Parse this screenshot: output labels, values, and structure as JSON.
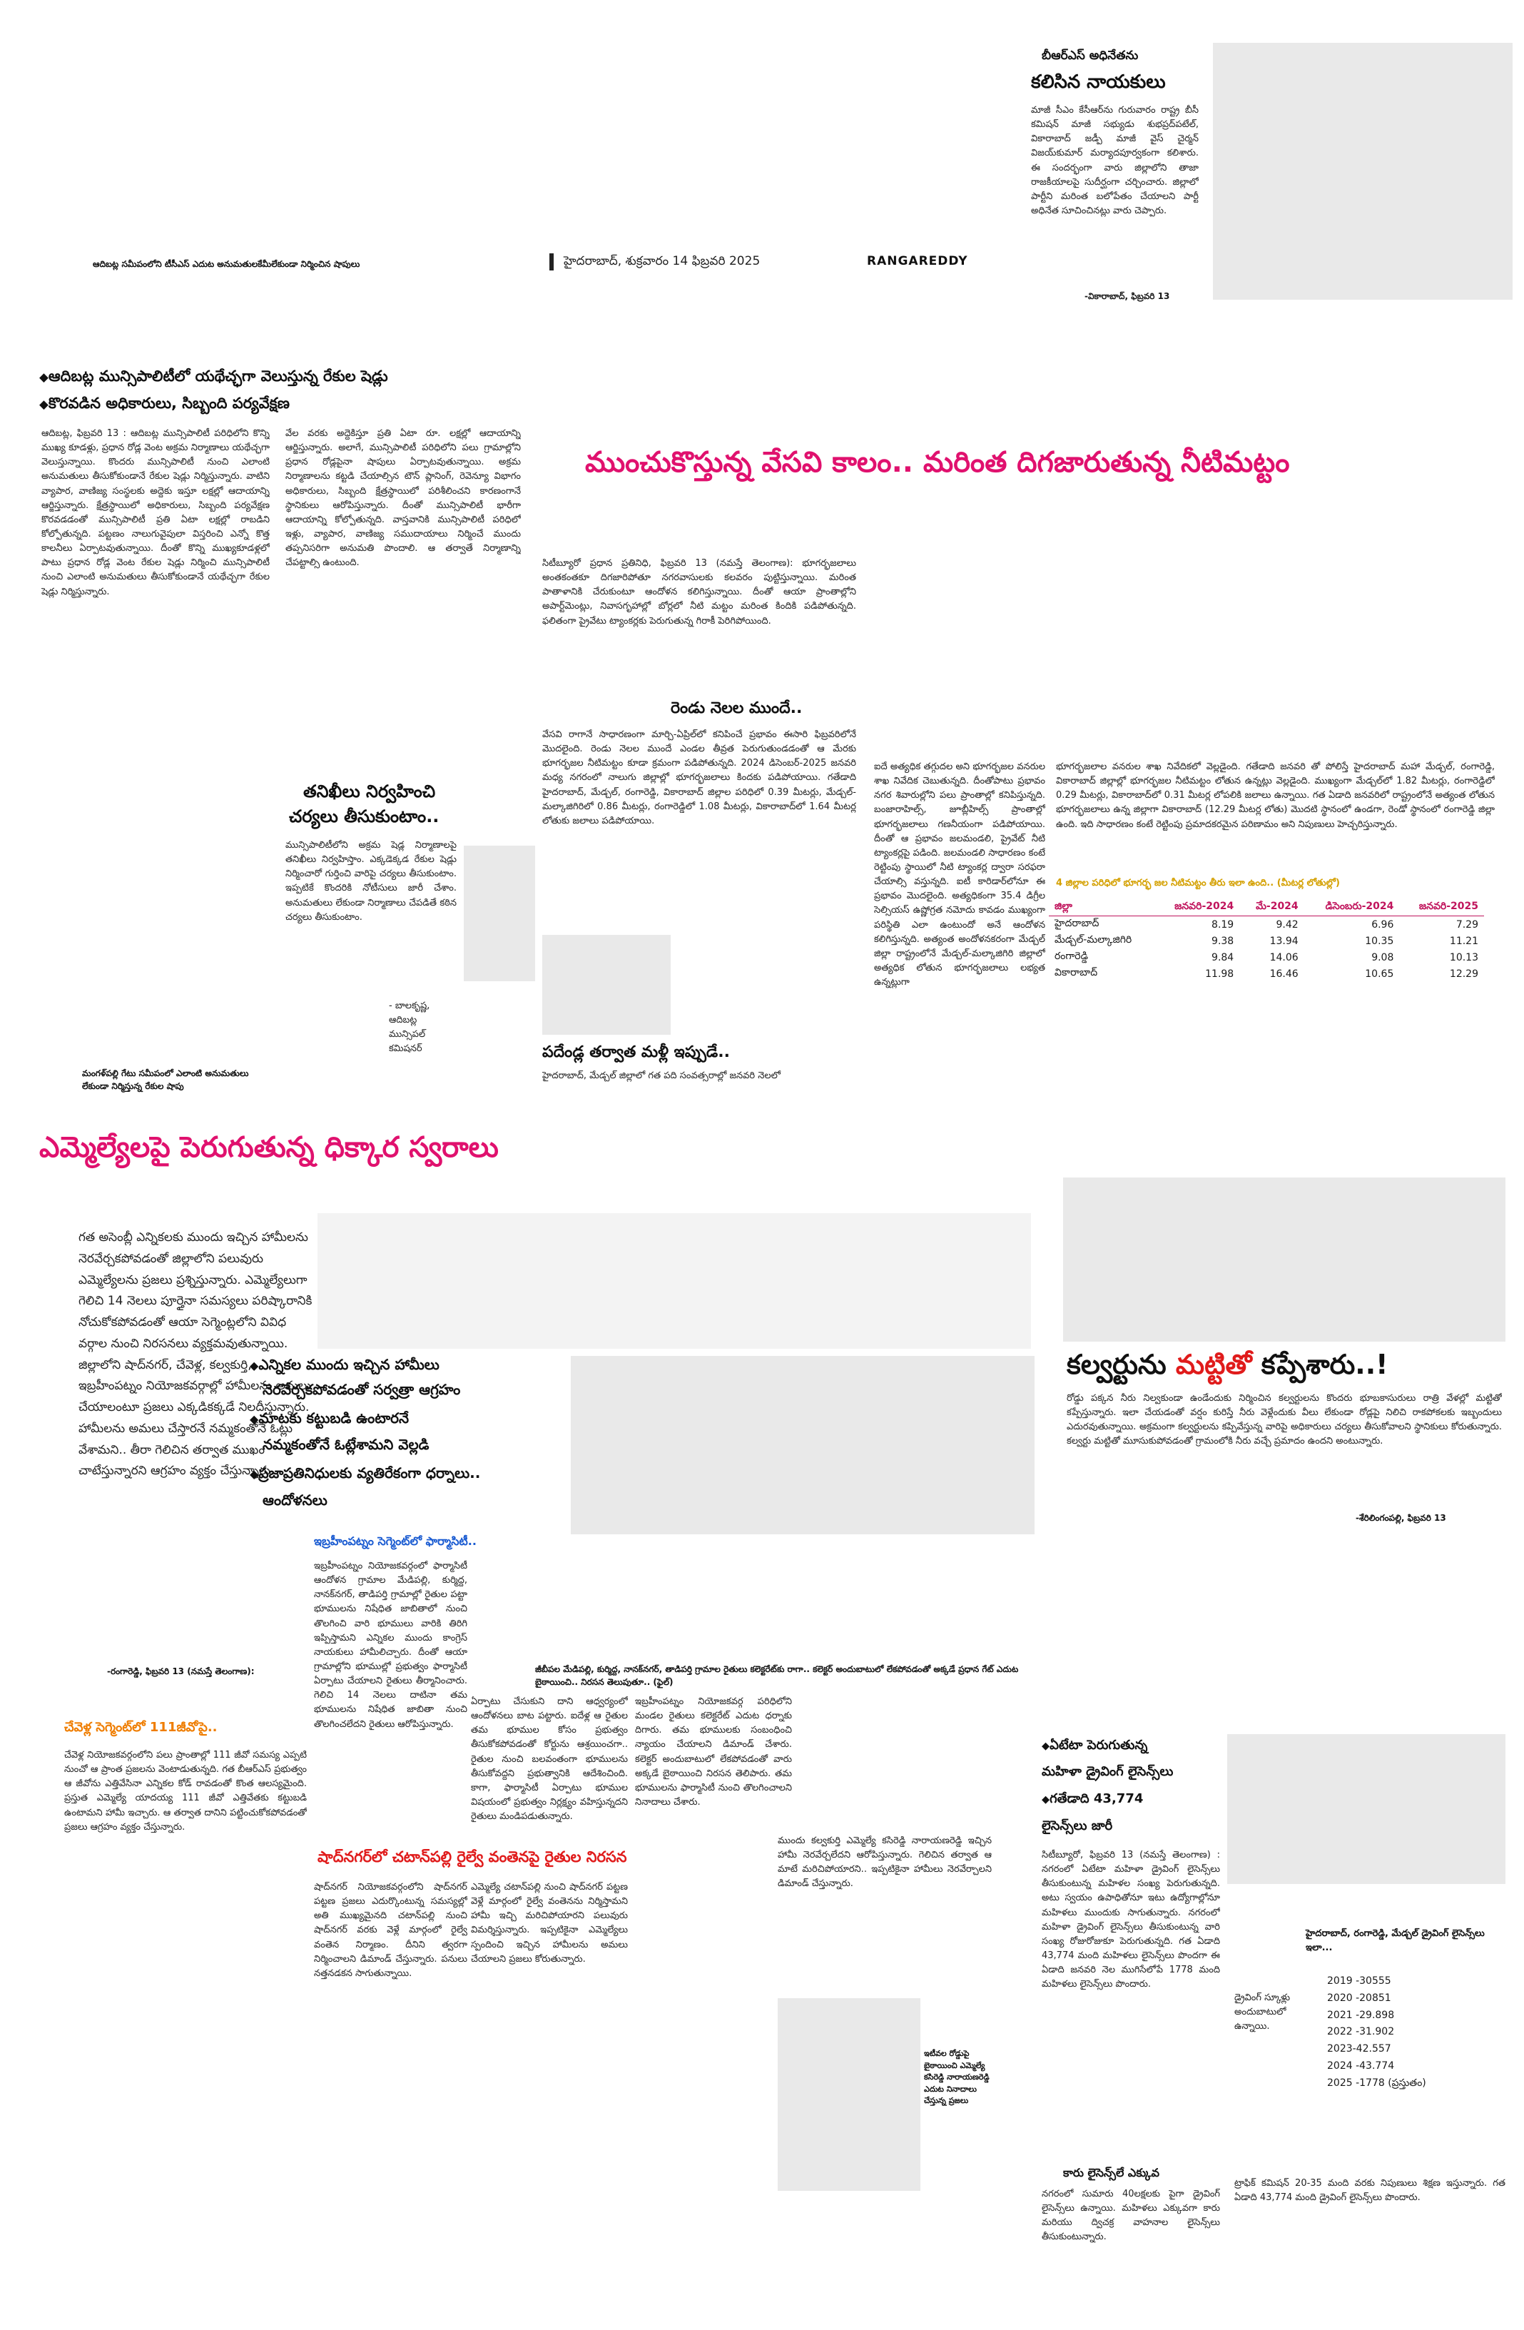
{
  "masthead": {
    "city_date": "హైదరాబాద్‌, శుక్రవారం 14 ఫిబ్రవరి 2025",
    "edition": "RANGAREDDY"
  },
  "top_right_story": {
    "kicker": "బీఆర్‌ఎస్‌ అధినేతను",
    "headline": "కలిసిన నాయకులు",
    "body": "మాజీ సీఎం కేసీఆర్‌ను గురువారం రాష్ట్ర బీసీ కమిషన్‌ మాజీ సభ్యుడు శుభప్రద్‌పటేల్‌, వికారాబాద్‌ జడ్పీ మాజీ వైస్‌ చైర్మన్‌ విజయ్‌కుమార్‌ మర్యాదపూర్వకంగా కలిశారు. ఈ సందర్భంగా వారు జిల్లాలోని తాజా రాజకీయాలపై సుదీర్ఘంగా చర్చించారు. జిల్లాలో పార్టీని మరింత బలోపేతం చేయాలని పార్టీ అధినేత సూచించినట్లు వారు చెప్పారు.",
    "dateline": "-వికారాబాద్‌, ఫిబ్రవరి 13"
  },
  "top_left_caption": "ఆదిబట్ల సమీపంలోని టీసీఎస్‌ ఎదుట అనుమతులకేమీలేకుండా నిర్మించిన షాపులు",
  "sheds_story": {
    "headline1": "ఆదిబట్ల మున్సిపాలిటీలో యథేచ్ఛగా వెలుస్తున్న రేకుల షెడ్లు",
    "headline2": "కొరవడిన అధికారులు, సిబ్బంది పర్యవేక్షణ",
    "col1": "ఆదిబట్ల, ఫిబ్రవరి 13 : ఆదిబట్ల మున్సిపాలిటీ పరిధిలోని కొన్ని ముఖ్య కూడళ్లు, ప్రధాన రోడ్ల వెంట అక్రమ నిర్మాణాలు యథేచ్ఛగా వెలుస్తున్నాయి. కొందరు మున్సిపాలిటీ నుంచి ఎలాంటి అనుమతులు తీసుకోకుండానే రేకుల షెడ్లు నిర్మిస్తున్నారు. వాటిని వ్యాపార, వాణిజ్య సంస్థలకు అద్దెకు ఇస్తూ లక్షల్లో ఆదాయాన్ని ఆర్జిస్తున్నారు. క్షేత్రస్థాయిలో అధికారులు, సిబ్బంది పర్యవేక్షణ కొరవడడంతో మున్సిపాలిటీ ప్రతి ఏటా లక్షల్లో రాబడిని కోల్పోతున్నది. పట్టణం నాలుగువైపులా విస్తరించి ఎన్నో కొత్త కాలనీలు ఏర్పాటవుతున్నాయి. దీంతో కొన్ని ముఖ్యకూడళ్లలో పాటు ప్రధాన రోడ్ల వెంట రేకుల షెడ్లు నిర్మించి మున్సిపాలిటీ నుంచి ఎలాంటి అనుమతులు తీసుకోకుండానే యథేచ్ఛగా రేకుల షెడ్లు నిర్మిస్తున్నారు.",
    "col2": "వేల వరకు అద్దెకిస్తూ ప్రతి ఏటా రూ. లక్షల్లో ఆదాయాన్ని ఆర్జిస్తున్నారు. అలాగే, మున్సిపాలిటీ పరిధిలోని పలు గ్రామాల్లోని ప్రధాన రోడ్లపైనా షాపులు ఏర్పాటవుతున్నాయి. అక్రమ నిర్మాణాలను కట్టడి చేయాల్సిన టౌన్‌ ప్లానింగ్‌, రెవెన్యూ విభాగం అధికారులు, సిబ్బంది క్షేత్రస్థాయిలో పరిశీలించని కారణంగానే స్థానికులు ఆరోపిస్తున్నారు. దీంతో మున్సిపాలిటీ భారీగా ఆదాయాన్ని కోల్పోతున్నది. వాస్తవానికి మున్సిపాలిటీ పరిధిలో ఇళ్లు, వ్యాపార, వాణిజ్య సముదాయాలు నిర్మించే ముందు తప్పనిసరిగా అనుమతి పొందాలి. ఆ తర్వాతే నిర్మాణాన్ని చేపట్టాల్సి ఉంటుంది."
  },
  "inspection_box": {
    "headline1": "తనిఖీలు నిర్వహించి",
    "headline2": "చర్యలు తీసుకుంటాం..",
    "body": "మున్సిపాలిటీలోని అక్రమ షెడ్ల నిర్మాణాలపై తనిఖీలు నిర్వహిస్తాం. ఎక్కడెక్కడ రేకుల షెడ్లు నిర్మించారో గుర్తించి వారిపై చర్యలు తీసుకుంటాం. ఇప్పటికే కొందరికి నోటీసులు జారీ చేశాం. అనుమతులు లేకుండా నిర్మాణాలు చేపడితే కఠిన చర్యలు తీసుకుంటాం.",
    "signature": "- బాలకృష్ణ,\nఆదిబట్ల\nమున్సిపల్‌\nకమిషనర్‌"
  },
  "shed_photo_caption": "మంగళ్‌పల్లి గేటు సమీపంలో ఎలాంటి అనుమతులు లేకుండా నిర్మిస్తున్న రేకుల షాపు",
  "water_story": {
    "headline": "ముంచుకొస్తున్న వేసవి కాలం.. మరింత దిగజారుతున్న నీటిమట్టం",
    "intro": "సిటీబ్యూరో ప్రధాన ప్రతినిధి, ఫిబ్రవరి 13 (నమస్తే తెలంగాణ): భూగర్భజలాలు అంతకంతకూ దిగజారిపోతూ నగరవాసులకు కలవరం పుట్టిస్తున్నాయి. మరింత పాతాళానికి చేరుకుంటూ ఆందోళన కలిగిస్తున్నాయి. దీంతో ఆయా ప్రాంతాల్లోని అపార్ట్‌మెంట్లు, నివాసగృహాల్లో బోర్లలో నీటి మట్టం మరింత కిందికి పడిపోతున్నది. ఫలితంగా ప్రైవేటు ట్యాంకర్లకు పెరుగుతున్న గిరాకీ పెరిగిపోయింది.",
    "sub1": "రెండు నెలల ముందే..",
    "col1": "వేసవి రాగానే సాధారణంగా మార్చి-ఏప్రిల్‌లో కనిపించే ప్రభావం ఈసారి ఫిబ్రవరిలోనే మొదలైంది. రెండు నెలల ముందే ఎండల తీవ్రత పెరుగుతుండడంతో ఆ మేరకు భూగర్భజల నీటిమట్టం కూడా క్రమంగా పడిపోతున్నది. 2024 డిసెంబర్‌-2025 జనవరి మధ్య నగరంలో నాలుగు జిల్లాల్లో భూగర్భజలాలు కిందకు పడిపోయాయి. గతేడాది హైదరాబాద్‌, మేడ్చల్‌, రంగారెడ్డి, వికారాబాద్‌ జిల్లాల పరిధిలో 0.39 మీటర్లు, మేడ్చల్‌-మల్కాజిగిరిలో 0.86 మీటర్లు, రంగారెడ్డిలో 1.08 మీటర్లు, వికారాబాద్‌లో 1.64 మీటర్ల లోతుకు జలాలు పడిపోయాయి.",
    "sub2": "పదేండ్ల తర్వాత మళ్లీ ఇప్పుడే..",
    "col1b": "హైదరాబాద్‌, మేడ్చల్‌ జిల్లాలో గత పది సంవత్సరాల్లో జనవరి నెలలో",
    "col2": "ఐదే అత్యధిక తగ్గుదల అని భూగర్భజల వనరుల శాఖ నివేదిక చెబుతున్నది. దీంతోపాటు ప్రభావం నగర శివారుల్లోని పలు ప్రాంతాల్లో కనిపిస్తున్నది. బంజారాహిల్స్‌, జూబ్లీహిల్స్‌ ప్రాంతాల్లో భూగర్భజలాలు గణనీయంగా పడిపోయాయి. దీంతో ఆ ప్రభావం జలమండలి, ప్రైవేట్‌ నీటి ట్యాంకర్లపై పడింది. జలమండలి సాధారణం కంటే రెట్టింపు స్థాయిలో నీటి ట్యాంకర్ల ద్వారా సరఫరా చేయాల్సి వస్తున్నది. ఐటీ కారిడార్‌లోనూ ఈ ప్రభావం మొదలైంది. అత్యధికంగా 35.4 డిగ్రీల సెల్సియస్‌ ఉష్ణోగ్రత నమోదు కావడం ముఖ్యంగా పరిస్థితి ఎలా ఉంటుందో అనే ఆందోళన కలిగిస్తున్నది. అత్యంత అందోళనకరంగా మేడ్చల్‌ జిల్లా రాష్ట్రంలోనే మేడ్చల్‌-మల్కాజిగిరి జిల్లాలో అత్యధిక లోతున భూగర్భజలాలు లభ్యత ఉన్నట్లుగా",
    "col3": "భూగర్భజలాల వనరుల శాఖ నివేదికలో వెల్లడైంది. గతేడాది జనవరి తో పోలిస్తే హైదరాబాద్‌ మహా మేడ్చల్‌, రంగారెడ్డి, వికారాబాద్‌ జిల్లాల్లో భూగర్భజల నీటిమట్టం లోతున ఉన్నట్లు వెల్లడైంది. ముఖ్యంగా మేడ్చల్‌లో 1.82 మీటర్లు, రంగారెడ్డిలో 0.29 మీటర్లు, వికారాబాద్‌లో 0.31 మీటర్ల లోపలికి జలాలు ఉన్నాయి. గత ఏడాది జనవరిలో రాష్ట్రంలోనే అత్యంత లోతున భూగర్భజలాలు ఉన్న జిల్లాగా వికారాబాద్‌ (12.29 మీటర్ల లోతు) మొదటి స్థానంలో ఉండగా, రెండో స్థానంలో రంగారెడ్డి జిల్లా ఉంది. ఇది సాధారణం కంటే రెట్టింపు ప్రమాదకరమైన పరిణామం అని నిపుణులు హెచ్చరిస్తున్నారు."
  },
  "groundwater_table": {
    "caption": "4 జిల్లాల పరిధిలో భూగర్భ జల నీటిమట్టం తీరు ఇలా ఉంది.. (మీటర్ల లోతుల్లో)",
    "columns": [
      "జిల్లా",
      "జనవరి-2024",
      "మే-2024",
      "డిసెంబరు-2024",
      "జనవరి-2025"
    ],
    "rows": [
      [
        "హైదరాబాద్‌",
        "8.19",
        "9.42",
        "6.96",
        "7.29"
      ],
      [
        "మేడ్చల్‌-మల్కాజిగిరి",
        "9.38",
        "13.94",
        "10.35",
        "11.21"
      ],
      [
        "రంగారెడ్డి",
        "9.84",
        "14.06",
        "9.08",
        "10.13"
      ],
      [
        "వికారాబాద్‌",
        "11.98",
        "16.46",
        "10.65",
        "12.29"
      ]
    ]
  },
  "mla_story": {
    "headline": "ఎమ్మెల్యేలపై పెరుగుతున్న ధిక్కార స్వరాలు",
    "lead": "గత అసెంబ్లీ ఎన్నికలకు ముందు ఇచ్చిన హామీలను నెరవేర్చకపోవడంతో జిల్లాలోని పలువురు ఎమ్మెల్యేలను ప్రజలు ప్రశ్నిస్తున్నారు. ఎమ్మెల్యేలుగా గెలిచి 14 నెలలు పూర్తైనా సమస్యలు పరిష్కారానికి నోచుకోకపోవడంతో ఆయా సెగ్మెంట్లలోని వివిధ వర్గాల నుంచి నిరసనలు వ్యక్తమవుతున్నాయి. జిల్లాలోని షాద్‌నగర్‌, చేవెళ్ల, కల్వకుర్తి, ఇబ్రహీంపట్నం నియోజకవర్గాల్లో హామీలను అమలు చేయాలంటూ ప్రజలు ఎక్కడికక్కడే నిలదీస్తున్నారు. హామీలను అమలు చేస్తారనే నమ్మకంతోనే ఓట్లు వేశామని.. తీరా గెలిచిన తర్వాత ముఖం చాటేస్తున్నారని ఆగ్రహం వ్యక్తం చేస్తున్నారు.",
    "dateline": "-రంగారెడ్డి, ఫిబ్రవరి 13 (నమస్తే తెలంగాణ):",
    "sidehead": [
      "ఎన్నికల ముందు ఇచ్చిన హామీలు",
      "నెరవేర్చకపోవడంతో సర్వత్రా ఆగ్రహం",
      "మాటకు కట్టుబడి ఉంటారనే",
      "నమ్మకంతోనే ఓట్లేశామని వెల్లడి",
      "ప్రజాప్రతినిధులకు వ్యతిరేకంగా ధర్నాలు..",
      "ఆందోళనలు"
    ],
    "ibrahimpatnam_head": "ఇబ్రహీంపట్నం సెగ్మెంట్‌లో ఫార్మాసిటీ..",
    "ibrahimpatnam_col1": "ఇబ్రహీంపట్నం నియోజకవర్గంలో ఫార్మాసిటీ ఆందోళన గ్రామాల మేడిపల్లి, కుర్మిద్ద, నానక్‌నగర్‌, తాడిపర్తి గ్రామాల్లో రైతుల పట్టా భూములను నిషేధిత జాబితాలో నుంచి తొలగించి వారి భూములు వారికి తిరిగి ఇప్పిస్తామని ఎన్నికల ముందు కాంగ్రెస్‌ నాయకులు హామీలిచ్చారు. దీంతో ఆయా గ్రామాల్లోని భూముల్లో ప్రభుత్వం ఫార్మాసిటీ ఏర్పాటు చేయాలని రైతులు తీర్మానించారు. గెలిచి 14 నెలలు దాటినా తమ భూములను నిషేధిత జాబితా నుంచి తొలగించలేదని రైతులు ఆరోపిస్తున్నారు.",
    "ibrahimpatnam_col2": "ఏర్పాటు చేసుకుని దాని ఆధ్వర్యంలో ఆందోళనలు బాట పట్టారు. ఐదేళ్ల ఆ రైతుల తమ భూముల కోసం ప్రభుత్వం తీసుకోకపోవడంతో కోర్టును ఆశ్రయించగా.. రైతుల నుంచి బలవంతంగా భూములను తీసుకోవద్దని ప్రభుత్వానికి ఆదేశించింది. కాగా, ఫార్మాసిటీ ఏర్పాటు భూముల విషయంలో ప్రభుత్వం నిర్లక్ష్యం వహిస్తున్నదని రైతులు మండిపడుతున్నారు.",
    "ibrahimpatnam_col3": "ఇబ్రహీంపట్నం నియోజకవర్గ పరిధిలోని మండల రైతులు కలెక్టరేట్‌ ఎదుట ధర్నాకు దిగారు. తమ భూములకు సంబంధించి న్యాయం చేయాలని డిమాండ్‌ చేశారు. కలెక్టర్‌ అందుబాటులో లేకపోవడంతో వారు అక్కడే బైఠాయించి నిరసన తెలిపారు. తమ భూములను ఫార్మాసిటీ నుంచి తొలగించాలని నినాదాలు చేశారు.",
    "farmers_caption": "జీబీపల మేడిపల్లి, కుర్మిద్ద, నానక్‌నగర్‌, తాడిపర్తి గ్రామాల రైతులు కలెక్టరేట్‌కు రాగా.. కలెక్టర్‌ అందుబాటులో లేకపోవడంతో అక్కడే ప్రధాన గేట్‌ ఎదుట బైఠాయించి.. నిరసన తెలుపుతూ.. (ఫైల్‌)",
    "chevella_head": "చేవెళ్ల సెగ్మెంట్‌లో 111జీవోపై..",
    "chevella_body": "చేవెళ్ల నియోజకవర్గంలోని పలు ప్రాంతాల్లో 111 జీవో సమస్య ఎప్పటి నుంచో ఆ ప్రాంత ప్రజలను వెంటాడుతున్నది. గత బీఆర్‌ఎస్‌ ప్రభుత్వం ఆ జీవోను ఎత్తివేసినా ఎన్నికల కోడ్‌ రావడంతో కొంత ఆలస్యమైంది. ప్రస్తుత ఎమ్మెల్యే యాదయ్య 111 జీవో ఎత్తివేతకు కట్టుబడి ఉంటామని హామీ ఇచ్చారు. ఆ తర్వాత దానిని పట్టించుకోకపోవడంతో ప్రజలు ఆగ్రహం వ్యక్తం చేస్తున్నారు.",
    "shadnagar_head": "షాద్‌నగర్‌లో చటాన్‌పల్లి రైల్వే వంతెనపై రైతుల నిరసన",
    "shadnagar_col1": "షాద్‌నగర్‌ నియోజకవర్గంలోని షాద్‌నగర్‌ పట్టణ ప్రజలు ఎదుర్కొంటున్న సమస్యల్లో అతి ముఖ్యమైనది చటాన్‌పల్లి నుంచి షాద్‌నగర్‌ వరకు వెళ్లే మార్గంలో రైల్వే వంతెన నిర్మాణం. దీనిని త్వరగా నిర్మించాలని డిమాండ్‌ చేస్తున్నారు. పనులు నత్తనడకన సాగుతున్నాయి.",
    "shadnagar_col2": "ఎమ్మెల్యే చటాన్‌పల్లి నుంచి షాద్‌నగర్‌ పట్టణ వెళ్లే మార్గంలో రైల్వే వంతెనను నిర్మిస్తామని హామీ ఇచ్చి మరిచిపోయారని పలువురు విమర్శిస్తున్నారు. ఇప్పటికైనా ఎమ్మెల్యేలు స్పందించి ఇచ్చిన హామీలను అమలు చేయాలని ప్రజలు కోరుతున్నారు.",
    "shadnagar_col3": "ముందు కల్వకుర్తి ఎమ్మెల్యే కసిరెడ్డి నారాయణరెడ్డి ఇచ్చిన హామీ నెరవేర్చలేదని ఆరోపిస్తున్నారు. గెలిచిన తర్వాత ఆ మాటే మరిచిపోయారని.. ఇప్పటికైనా హామీలు నెరవేర్చాలని డిమాండ్‌ చేస్తున్నారు.",
    "protest_caption": "ఇటీవల రోడ్డుపై బైఠాయించి ఎమ్మెల్యే కసిరెడ్డి నారాయణరెడ్డి ఎదుట నినాదాలు చేస్తున్న ప్రజలు"
  },
  "culvert_story": {
    "headline_a": "కల్వర్టును ",
    "headline_b": "మట్టితో",
    "headline_c": " కప్పేశారు..!",
    "body": "రోడ్డు పక్కన నీరు నిల్వకుండా ఉండేందుకు నిర్మించిన కల్వర్టులను కొందరు భూబకాసురులు రాత్రి వేళల్లో మట్టితో కప్పేస్తున్నారు. ఇలా చేయడంతో వర్షం కురిస్తే నీరు వెళ్లేందుకు వీలు లేకుండా రోడ్లపై నిలిచి రాకపోకలకు ఇబ్బందులు ఎదురవుతున్నాయి. అక్రమంగా కల్వర్టులను కప్పివేస్తున్న వారిపై అధికారులు చర్యలు తీసుకోవాలని స్థానికులు కోరుతున్నారు. కల్వర్టు మట్టితో మూసుకుపోవడంతో గ్రామంలోకి నీరు వచ్చే ప్రమాదం ఉందని అంటున్నారు.",
    "dateline": "-శేరిలింగంపల్లి, ఫిబ్రవరి 13"
  },
  "licence_story": {
    "head1": "ఏటేటా పెరుగుతున్న",
    "head2": "మహిళా డ్రైవింగ్‌ లైసెన్స్‌లు",
    "head3": "గతేడాది 43,774",
    "head4": "లైసెన్స్‌లు జారీ",
    "body": "సిటీబ్యూరో, ఫిబ్రవరి 13 (నమస్తే తెలంగాణ) : నగరంలో ఏటేటా మహిళా డ్రైవింగ్‌ లైసెన్స్‌లు తీసుకుంటున్న మహిళల సంఖ్య పెరుగుతున్నది. అటు స్వయం ఉపాధితోనూ ఇటు ఉద్యోగాల్లోనూ మహిళలు ముందుకు సాగుతున్నారు. నగరంలో మహిళా డ్రైవింగ్‌ లైసెన్స్‌లు తీసుకుంటున్న వారి సంఖ్య రోజురోజుకూ పెరుగుతున్నది. గత ఏడాది 43,774 మంది మహిళలు లైసెన్స్‌లు పొందగా ఈ ఏడాది జనవరి నెల ముగిసేలోపే 1778 మంది మహిళలు లైసెన్స్‌లు పొందారు.",
    "sub": "కారు లైసెన్స్‌లే ఎక్కువ",
    "body2": "నగరంలో సుమారు 40లక్షలకు పైగా డ్రైవింగ్‌ లైసెన్స్‌లు ఉన్నాయి. మహిళలు ఎక్కువగా కారు మరియు ద్విచక్ర వాహనాల లైసెన్స్‌లు తీసుకుంటున్నారు.",
    "side_head": "హైదరాబాద్‌, రంగారెడ్డి, మేడ్చల్‌ డ్రైవింగ్‌ లైసెన్స్‌లు ఇలా...",
    "years": [
      "2019 -30555",
      "2020 -20851",
      "2021 -29.898",
      "2022 -31.902",
      "2023-42.557",
      "2024 -43.774",
      "2025 -1778 (ప్రస్తుతం)"
    ],
    "side_label": "డ్రైవింగ్‌ స్కూళ్లు అందుబాటులో ఉన్నాయి.",
    "side_body": "ట్రాఫిక్‌ కమిషన్‌ 20-35 మంది వరకు నిపుణులు శిక్షణ ఇస్తున్నారు. గత ఏడాది 43,774 మంది డ్రైవింగ్‌ లైసెన్స్‌లు పొందారు."
  }
}
